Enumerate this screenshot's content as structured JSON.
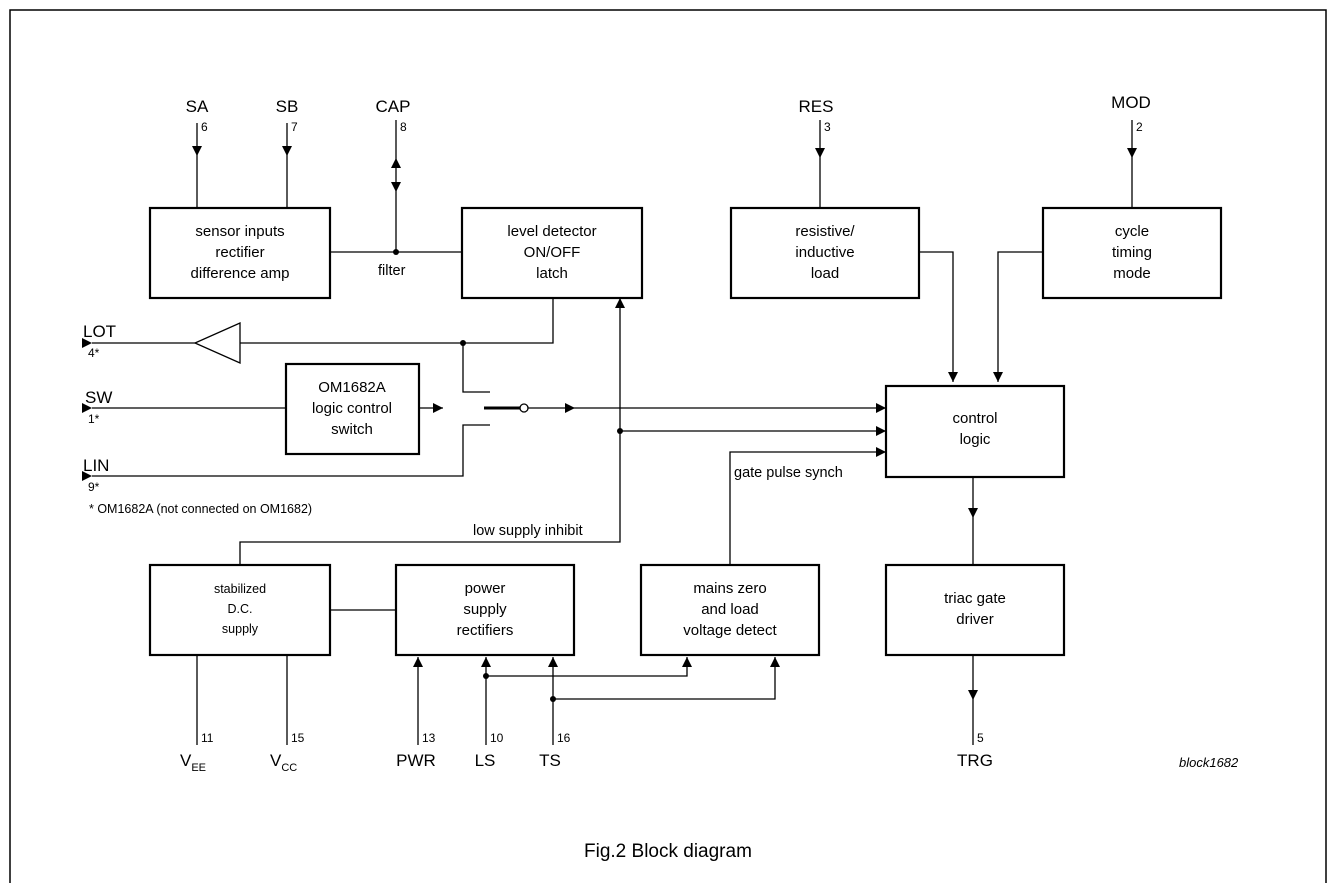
{
  "blocks": {
    "sensor": [
      "sensor inputs",
      "rectifier",
      "difference amp"
    ],
    "level": [
      "level detector",
      "ON/OFF",
      "latch"
    ],
    "resistive": [
      "resistive/",
      "inductive",
      "load"
    ],
    "cycle": [
      "cycle",
      "timing",
      "mode"
    ],
    "om": [
      "OM1682A",
      "logic control",
      "switch"
    ],
    "control": [
      "control",
      "logic"
    ],
    "stab": [
      "stabilized",
      "D.C.",
      "supply"
    ],
    "power": [
      "power",
      "supply",
      "rectifiers"
    ],
    "mains": [
      "mains zero",
      "and load",
      "voltage detect"
    ],
    "triac": [
      "triac gate",
      "driver"
    ]
  },
  "pins": {
    "sa": {
      "name": "SA",
      "num": "6"
    },
    "sb": {
      "name": "SB",
      "num": "7"
    },
    "cap": {
      "name": "CAP",
      "num": "8"
    },
    "res": {
      "name": "RES",
      "num": "3"
    },
    "mod": {
      "name": "MOD",
      "num": "2"
    },
    "lot": {
      "name": "LOT",
      "num": "4*"
    },
    "sw": {
      "name": "SW",
      "num": "1*"
    },
    "lin": {
      "name": "LIN",
      "num": "9*"
    },
    "vee": {
      "name": "V",
      "sub": "EE",
      "num": "11"
    },
    "vcc": {
      "name": "V",
      "sub": "CC",
      "num": "15"
    },
    "pwr": {
      "name": "PWR",
      "num": "13"
    },
    "ls": {
      "name": "LS",
      "num": "10"
    },
    "ts": {
      "name": "TS",
      "num": "16"
    },
    "trg": {
      "name": "TRG",
      "num": "5"
    }
  },
  "labels": {
    "filter": "filter",
    "gate_pulse": "gate pulse synch",
    "low_supply": "low supply inhibit",
    "footnote": "* OM1682A (not connected on OM1682)"
  },
  "ref": "block1682",
  "caption": "Fig.2  Block diagram"
}
